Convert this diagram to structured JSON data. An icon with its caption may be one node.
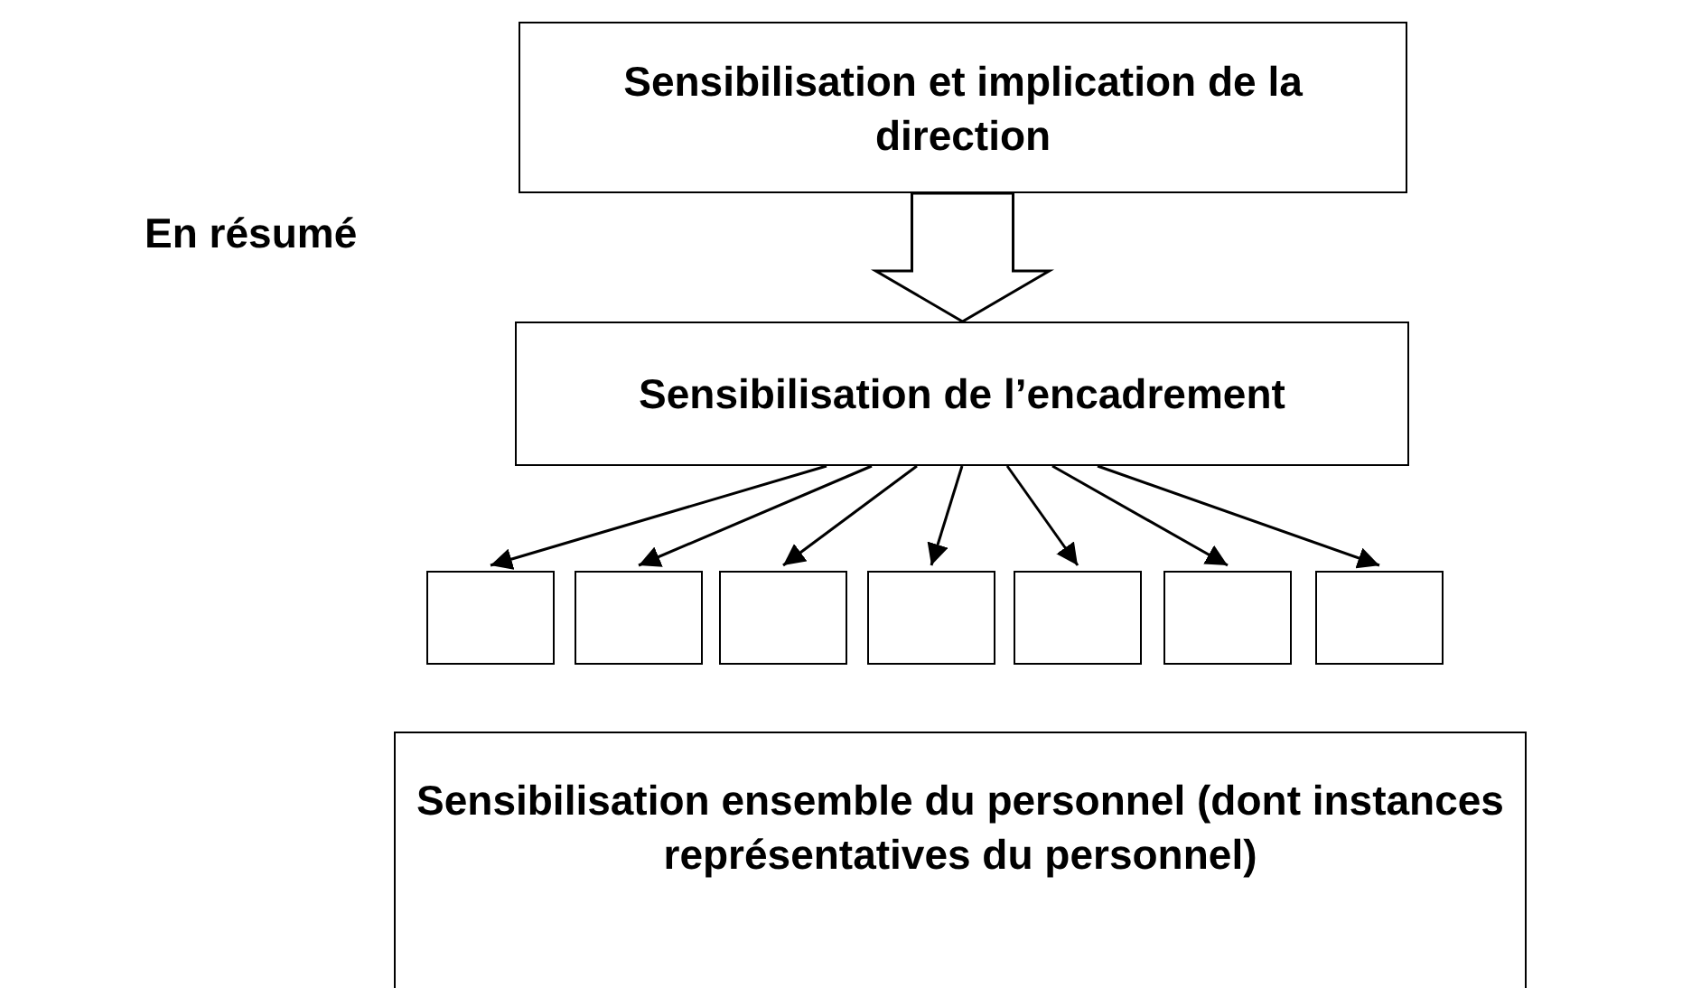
{
  "diagram": {
    "title": "En résumé",
    "nodes": [
      {
        "text": [
          "Sensibilisation et implication de la direction"
        ]
      },
      {
        "text": [
          "Sensibilisation de l’encadrement"
        ]
      },
      {
        "text": [],
        "shape": "box"
      },
      {
        "text": [],
        "shape": "box"
      },
      {
        "text": [],
        "shape": "box"
      },
      {
        "text": [],
        "shape": "box"
      },
      {
        "text": [],
        "shape": "box"
      },
      {
        "text": [],
        "shape": "box"
      },
      {
        "text": [],
        "shape": "box"
      },
      {
        "text": [
          "Sensibilisation ensemble du personnel (dont instances représentatives du personnel)"
        ]
      }
    ],
    "edges": [
      {
        "from": 0,
        "to": 1,
        "arrow": "to",
        "style": "thick"
      },
      {
        "from": 1,
        "to": 2,
        "arrow": "to"
      },
      {
        "from": 1,
        "to": 3,
        "arrow": "to"
      },
      {
        "from": 1,
        "to": 4,
        "arrow": "to"
      },
      {
        "from": 1,
        "to": 5,
        "arrow": "to"
      },
      {
        "from": 1,
        "to": 6,
        "arrow": "to"
      },
      {
        "from": 1,
        "to": 7,
        "arrow": "to"
      },
      {
        "from": 1,
        "to": 8,
        "arrow": "to"
      }
    ]
  }
}
